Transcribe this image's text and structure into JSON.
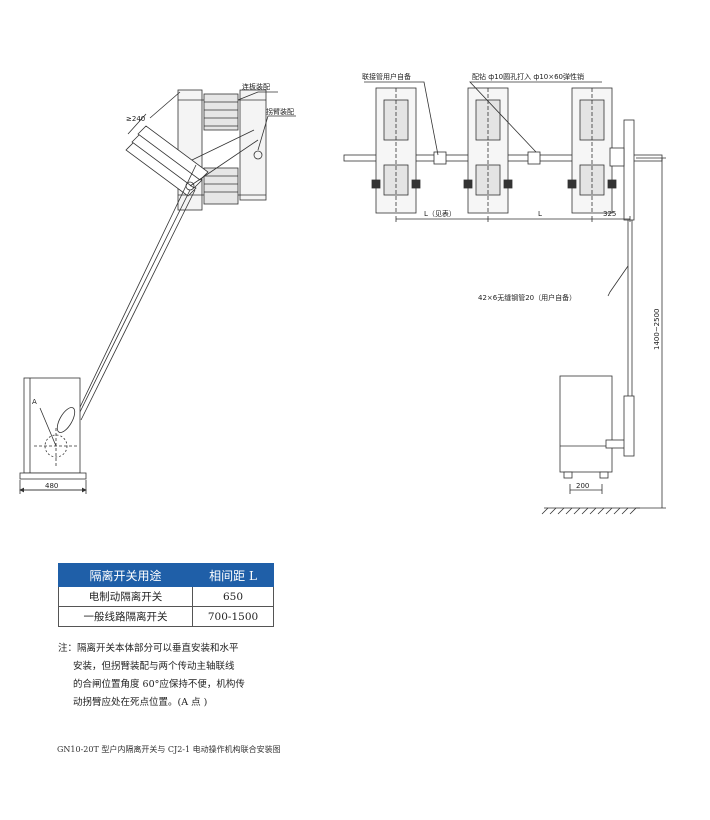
{
  "drawing": {
    "left_view": {
      "label_connecting_plate": "连板装配",
      "label_crank_arm": "拐臂装配",
      "label_clearance": "≥240",
      "label_point": "A",
      "dim_base_width": "480"
    },
    "right_view": {
      "label_coupling_tube": "联接管用户自备",
      "label_drill_pin": "配钻 ф10圆孔打入 ф10×60弹性销",
      "label_spacing_reference": "L（见表）",
      "label_spacing": "L",
      "dim_end_offset": "325",
      "label_steel_tube": "42×6无缝钢管20（用户自备）",
      "dim_height_range": "1400~2500",
      "dim_mount_width": "200"
    }
  },
  "table": {
    "headers": [
      "隔离开关用途",
      "相间距 L"
    ],
    "rows": [
      [
        "电制动隔离开关",
        "650"
      ],
      [
        "一般线路隔离开关",
        "700-1500"
      ]
    ]
  },
  "note": {
    "first_line": "注：隔离开关本体部分可以垂直安装和水平",
    "rest": [
      "安装，但拐臂装配与两个传动主轴联线",
      "的合闸位置角度 60°应保持不便，机构传",
      "动拐臂应处在死点位置。(A 点 )"
    ]
  },
  "caption": "GN10-20T 型户内隔离开关与 CJ2-1 电动操作机构联合安装图",
  "colors": {
    "header_blue": "#1f5fa8",
    "line": "#333333"
  }
}
